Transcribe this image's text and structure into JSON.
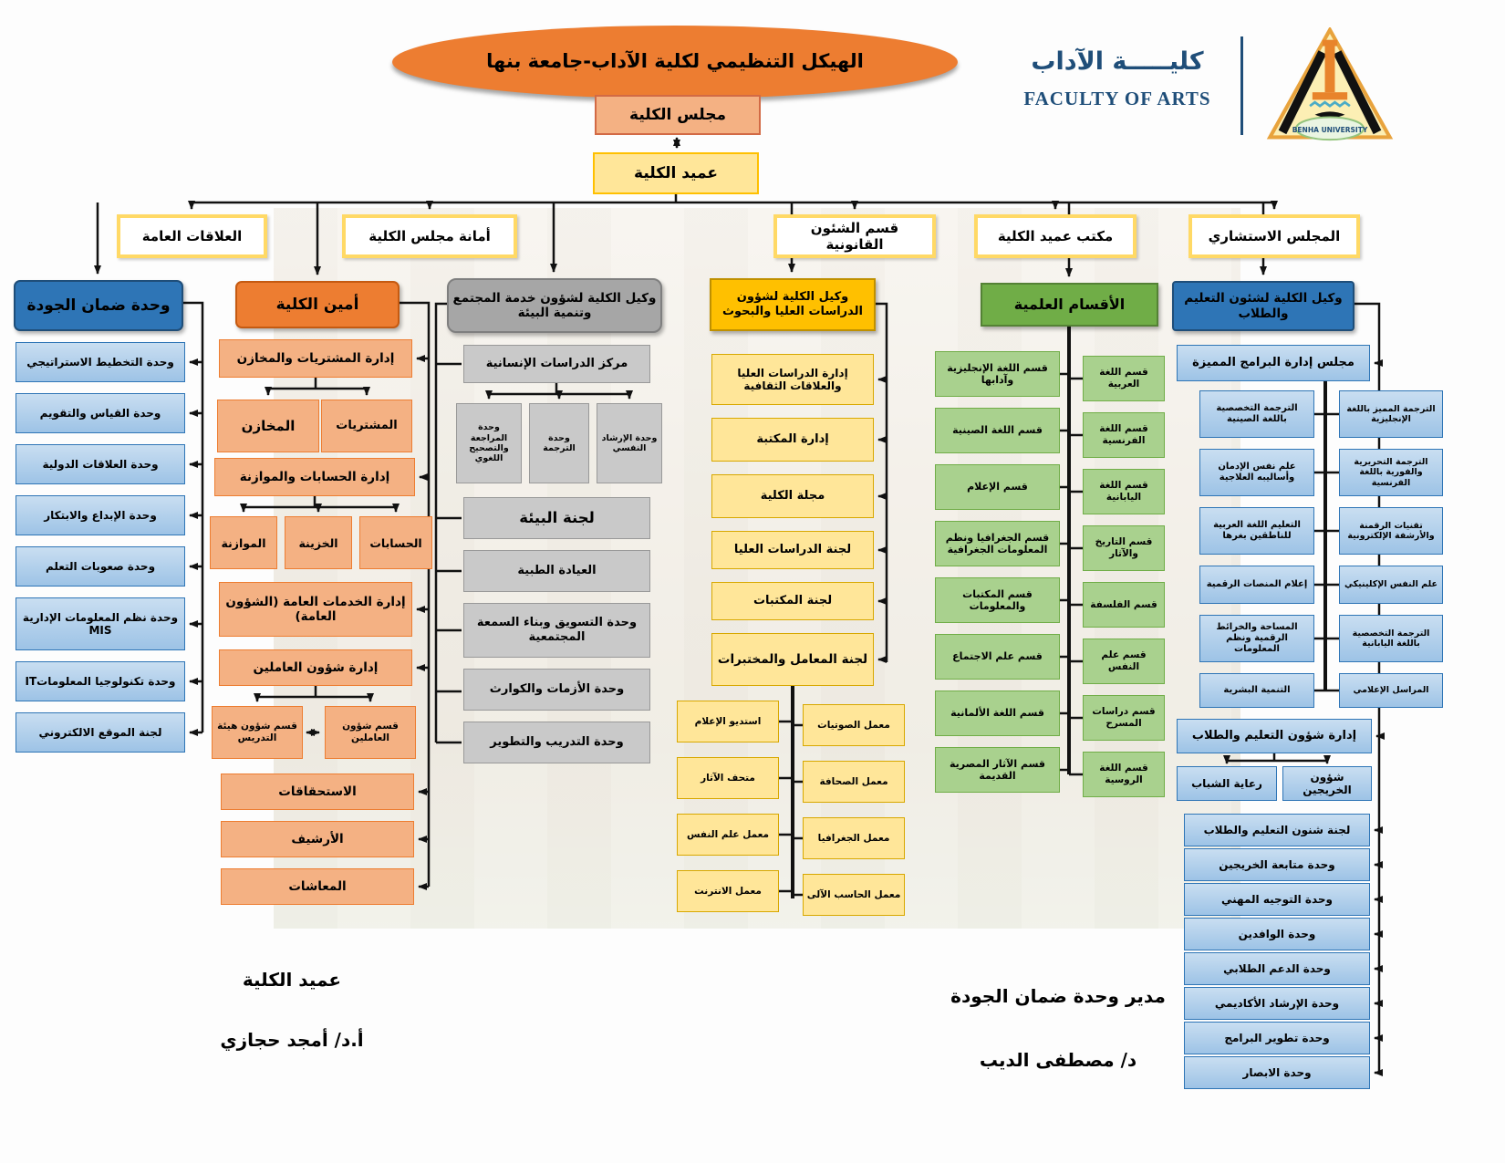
{
  "title": "الهيكل التنظيمي لكلية الآداب-جامعة بنها",
  "logo": {
    "arabic": "كليـــــة الآداب",
    "english": "FACULTY OF ARTS",
    "university": "BENHA UNIVERSITY"
  },
  "top": {
    "council": "مجلس الكلية",
    "dean": "عميد الكلية"
  },
  "row2": [
    "العلاقات العامة",
    "أمانة مجلس الكلية",
    "قسم الشئون القانونية",
    "مكتب عميد الكلية",
    "المجلس الاستشاري"
  ],
  "quality": {
    "header": "وحدة ضمان الجودة",
    "items": [
      "وحدة التخطيط الاستراتيجي",
      "وحدة القياس والتقويم",
      "وحدة العلاقات الدولية",
      "وحدة الإبداع والابتكار",
      "وحدة صعوبات التعلم",
      "وحدة نظم المعلومات الإدارية MIS",
      "وحدة تكنولوجيا المعلوماتIT",
      "لجنة الموقع الالكتروني"
    ]
  },
  "secretary": {
    "header": "أمين الكلية",
    "purchases": "إدارة المشتريات والمخازن",
    "purchases_children": [
      "المشتريات",
      "المخازن"
    ],
    "accounts": "إدارة الحسابات والموازنة",
    "accounts_children": [
      "الحسابات",
      "الخزينة",
      "الموازنة"
    ],
    "services": "إدارة الخدمات العامة (الشؤون العامة)",
    "staff": "إدارة شؤون العاملين",
    "staff_children": [
      "قسم شؤون العاملين",
      "قسم شؤون هيئة التدريس"
    ],
    "extra": [
      "الاستحقاقات",
      "الأرشيف",
      "المعاشات"
    ]
  },
  "community": {
    "header": "وكيل الكلية لشؤون خدمة المجتمع وتنمية البيئة",
    "center": "مركز الدراسات الإنسانية",
    "center_children": [
      "وحدة الإرشاد النفسي",
      "وحدة الترجمة",
      "وحدة المراجعة والتصحيح اللغوي"
    ],
    "items": [
      "لجنة البيئة",
      "العيادة الطبية",
      "وحدة التسويق وبناء السمعة المجتمعية",
      "وحدة الأزمات والكوارث",
      "وحدة التدريب والتطوير"
    ]
  },
  "graduate": {
    "header": "وكيل الكلية لشؤون الدراسات العليا والبحوث",
    "items": [
      "إدارة الدراسات العليا والعلاقات الثقافية",
      "إدارة المكتبة",
      "مجلة الكلية",
      "لجنة الدراسات العليا",
      "لجنة المكتبات",
      "لجنة المعامل والمختبرات"
    ],
    "labs_left": [
      "استديو الإعلام",
      "متحف الآثار",
      "معمل علم النفس",
      "معمل الانترنت"
    ],
    "labs_right": [
      "معمل الصوتيات",
      "معمل الصحافة",
      "معمل الجغرافيا",
      "معمل الحاسب الآلى"
    ]
  },
  "departments": {
    "header": "الأقسام العلمية",
    "left": [
      "قسم اللغة الإنجليزية وآدابها",
      "قسم اللغة الصينية",
      "قسم الإعلام",
      "قسم الجغرافيا ونظم المعلومات الجغرافية",
      "قسم المكتبات والمعلومات",
      "قسم علم الاجتماع",
      "قسم اللغة الألمانية",
      "قسم الآثار المصرية القديمة"
    ],
    "right": [
      "قسم اللغة العربية",
      "قسم اللغة الفرنسية",
      "قسم اللغة اليابانية",
      "قسم التاريخ والآثار",
      "قسم الفلسفة",
      "قسم علم النفس",
      "قسم دراسات المسرح",
      "قسم اللغة الروسية"
    ]
  },
  "education": {
    "header": "وكيل الكلية لشئون التعليم والطلاب",
    "programs_board": "مجلس إدارة البرامج المميزة",
    "programs_left": [
      "الترجمة التخصصية باللغة الصينية",
      "علم نفس الإدمان وأساليبه العلاجية",
      "التعليم اللغة العربية للناطقين بغرها",
      "إعلام المنصات الرقمية",
      "المساحة والخرائط الرقمية ونظم المعلومات",
      "التنمية البشرية"
    ],
    "programs_right": [
      "الترجمة المميز باللغة الإنجليزية",
      "الترجمة التحريرية والفورية باللغة الفرنسية",
      "تقنيات الرقمنة والأرشفة الإلكترونية",
      "علم النفس الإكلينيكي",
      "الترجمة التخصصية باللغة اليابانية",
      "المراسل الإعلامي"
    ],
    "students_admin": "إدارة شؤون التعليم والطلاب",
    "students_admin_children": [
      "شؤون الخريجين",
      "رعاية الشباب"
    ],
    "units": [
      "لجنة شنون التعليم والطلاب",
      "وحدة متابعة الخريجين",
      "وحدة التوجيه المهني",
      "وحدة الوافدين",
      "وحدة الدعم الطلابي",
      "وحدة الإرشاد الأكاديمي",
      "وحدة تطوير البرامج",
      "وحدة الابصار"
    ]
  },
  "signatures": {
    "left_title": "عميد الكلية",
    "left_name": "أ.د/ أمجد حجازي",
    "right_title": "مدير وحدة ضمان الجودة",
    "right_name": "د/ مصطفى الديب"
  }
}
